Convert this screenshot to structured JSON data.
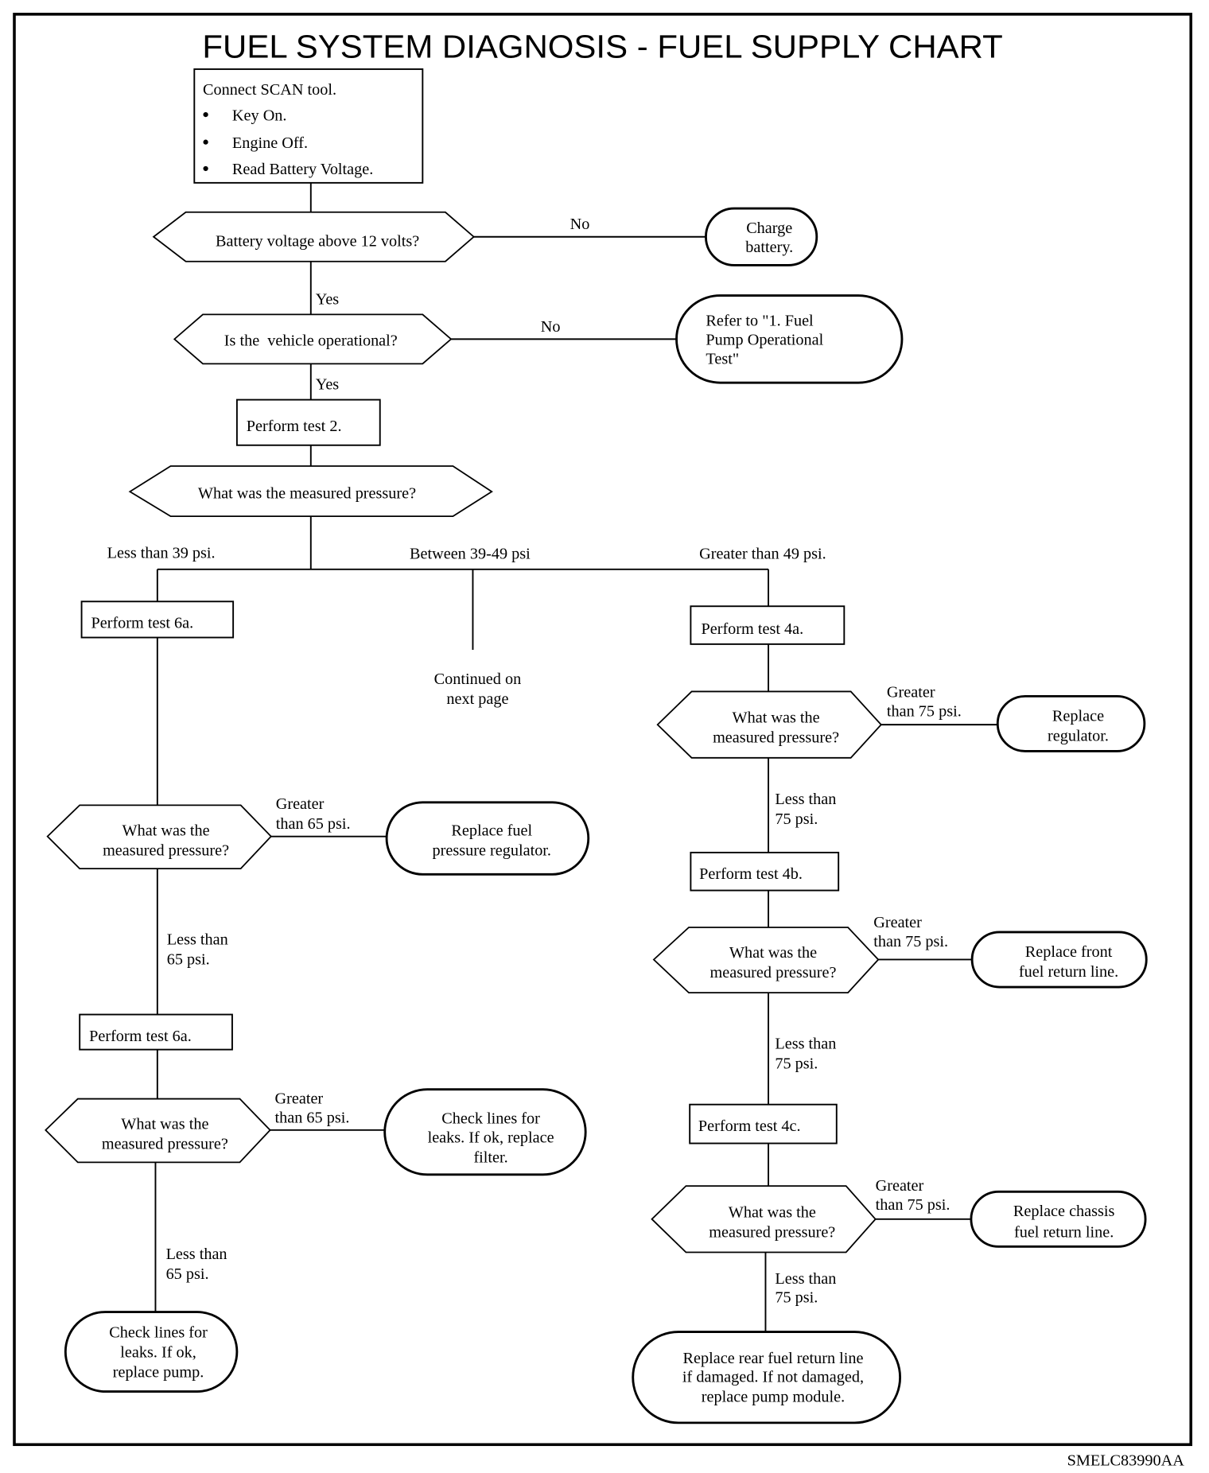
{
  "title": "FUEL SYSTEM DIAGNOSIS - FUEL SUPPLY CHART",
  "figure_code": "SMELC83990AA",
  "start": {
    "heading": "Connect SCAN tool.",
    "bullets": [
      "Key On.",
      "Engine Off.",
      "Read Battery Voltage."
    ]
  },
  "battery": {
    "question": "Battery voltage above 12 volts?",
    "no_label": "No",
    "no_action": [
      "Charge",
      "battery."
    ],
    "yes_label": "Yes"
  },
  "operational": {
    "question": "Is the  vehicle operational?",
    "no_label": "No",
    "no_action": [
      "Refer to \"1. Fuel",
      "Pump Operational",
      "Test\""
    ],
    "yes_label": "Yes"
  },
  "test2": {
    "action": "Perform test 2.",
    "question": "What was the measured pressure?",
    "branches": {
      "low": "Less than 39 psi.",
      "mid": "Between 39-49 psi",
      "high": "Greater than 49 psi."
    }
  },
  "mid_branch": {
    "note": [
      "Continued on",
      "next page"
    ]
  },
  "low_branch": {
    "steps": [
      {
        "action": "Perform test 6a.",
        "question": [
          "What was the",
          "measured pressure?"
        ],
        "greater_label": [
          "Greater",
          "than 65 psi."
        ],
        "greater_action": [
          "Replace fuel",
          "pressure regulator."
        ],
        "less_label": [
          "Less than",
          "65 psi."
        ]
      },
      {
        "action": "Perform test 6a.",
        "question": [
          "What was the",
          "measured pressure?"
        ],
        "greater_label": [
          "Greater",
          "than 65 psi."
        ],
        "greater_action": [
          "Check lines for",
          "leaks. If ok, replace",
          "filter."
        ],
        "less_label": [
          "Less than",
          "65 psi."
        ]
      }
    ],
    "final_action": [
      "Check lines for",
      "leaks. If ok,",
      "replace pump."
    ]
  },
  "high_branch": {
    "steps": [
      {
        "action": "Perform test 4a.",
        "question": [
          "What was the",
          "measured pressure?"
        ],
        "greater_label": [
          "Greater",
          "than 75 psi."
        ],
        "greater_action": [
          "Replace",
          "regulator."
        ],
        "less_label": [
          "Less than",
          "75 psi."
        ]
      },
      {
        "action": "Perform test 4b.",
        "question": [
          "What was the",
          "measured pressure?"
        ],
        "greater_label": [
          "Greater",
          "than 75 psi."
        ],
        "greater_action": [
          "Replace front",
          "fuel return line."
        ],
        "less_label": [
          "Less than",
          "75 psi."
        ]
      },
      {
        "action": "Perform test 4c.",
        "question": [
          "What was the",
          "measured pressure?"
        ],
        "greater_label": [
          "Greater",
          "than 75 psi."
        ],
        "greater_action": [
          "Replace chassis",
          "fuel return line."
        ],
        "less_label": [
          "Less than",
          "75 psi."
        ]
      }
    ],
    "final_action": [
      "Replace rear fuel return line",
      "if damaged. If not damaged,",
      "replace pump module."
    ]
  }
}
